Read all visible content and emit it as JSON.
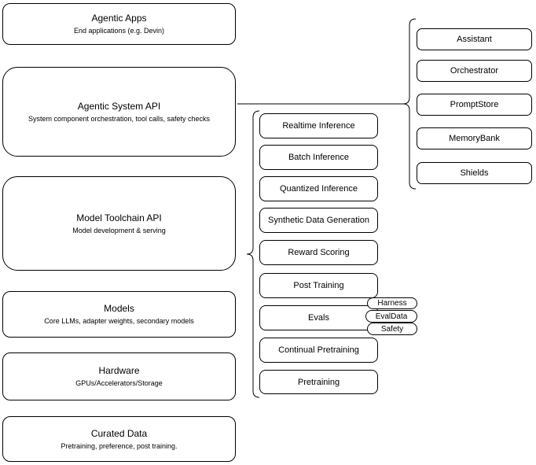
{
  "diagram": {
    "left_stack": [
      {
        "title": "Agentic Apps",
        "subtitle": "End applications (e.g. Devin)"
      },
      {
        "title": "Agentic System API",
        "subtitle": "System component orchestration, tool calls, safety checks"
      },
      {
        "title": "Model Toolchain API",
        "subtitle": "Model development & serving"
      },
      {
        "title": "Models",
        "subtitle": "Core LLMs, adapter weights, secondary models"
      },
      {
        "title": "Hardware",
        "subtitle": "GPUs/Accelerators/Storage"
      },
      {
        "title": "Curated Data",
        "subtitle": "Pretraining, preference, post training."
      }
    ],
    "toolchain_group": {
      "items": [
        "Realtime Inference",
        "Batch Inference",
        "Quantized Inference",
        "Synthetic Data Generation",
        "Reward Scoring",
        "Post Training",
        "Evals",
        "Continual Pretraining",
        "Pretraining"
      ],
      "evals_tags": [
        "Harness",
        "EvalData",
        "Safety"
      ]
    },
    "system_group": {
      "items": [
        "Assistant",
        "Orchestrator",
        "PromptStore",
        "MemoryBank",
        "Shields"
      ]
    },
    "colors": {
      "stroke": "#000000",
      "background": "#ffffff",
      "node_fill": "#ffffff"
    }
  }
}
